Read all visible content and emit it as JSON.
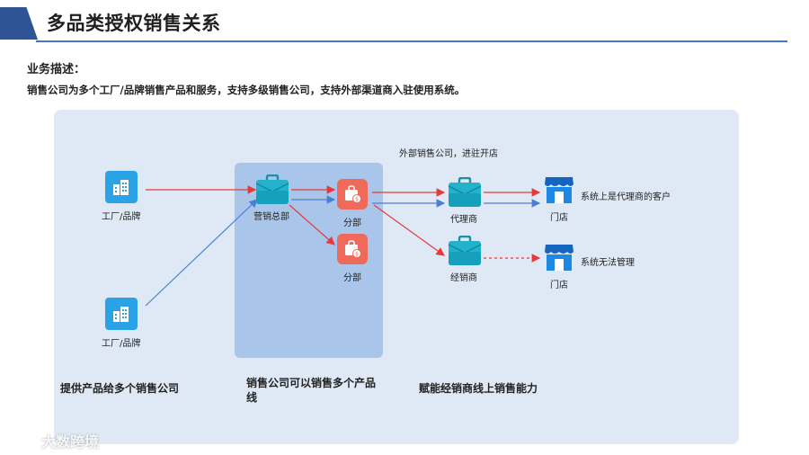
{
  "header": {
    "title": "多品类授权销售关系"
  },
  "description": {
    "heading": "业务描述：",
    "text": "销售公司为多个工厂/品牌销售产品和服务，支持多级销售公司，支持外部渠道商入驻使用系统。"
  },
  "nodes": {
    "factory_top": "工厂/品牌",
    "factory_bottom": "工厂/品牌",
    "hq": "营销总部",
    "branch_top": "分部",
    "branch_bottom": "分部",
    "agent": "代理商",
    "dealer": "经销商",
    "store_top": "门店",
    "store_bottom": "门店"
  },
  "notes": {
    "external": "外部销售公司，进驻开店",
    "store_top_note": "系统上是代理商的客户",
    "store_bottom_note": "系统无法管理"
  },
  "captions": {
    "left": "提供产品给多个销售公司",
    "middle": "销售公司可以销售多个产品线",
    "right": "赋能经销商线上销售能力"
  },
  "watermark": {
    "text": "大数跨境"
  },
  "colors": {
    "accent": "#2f5496",
    "red_line": "#e23b3b",
    "blue_line": "#4a7fd4",
    "teal": "#1fa7c0",
    "factory_blue": "#29a3e6",
    "branch_red": "#ef6a5a",
    "store_blue": "#1565c0"
  }
}
